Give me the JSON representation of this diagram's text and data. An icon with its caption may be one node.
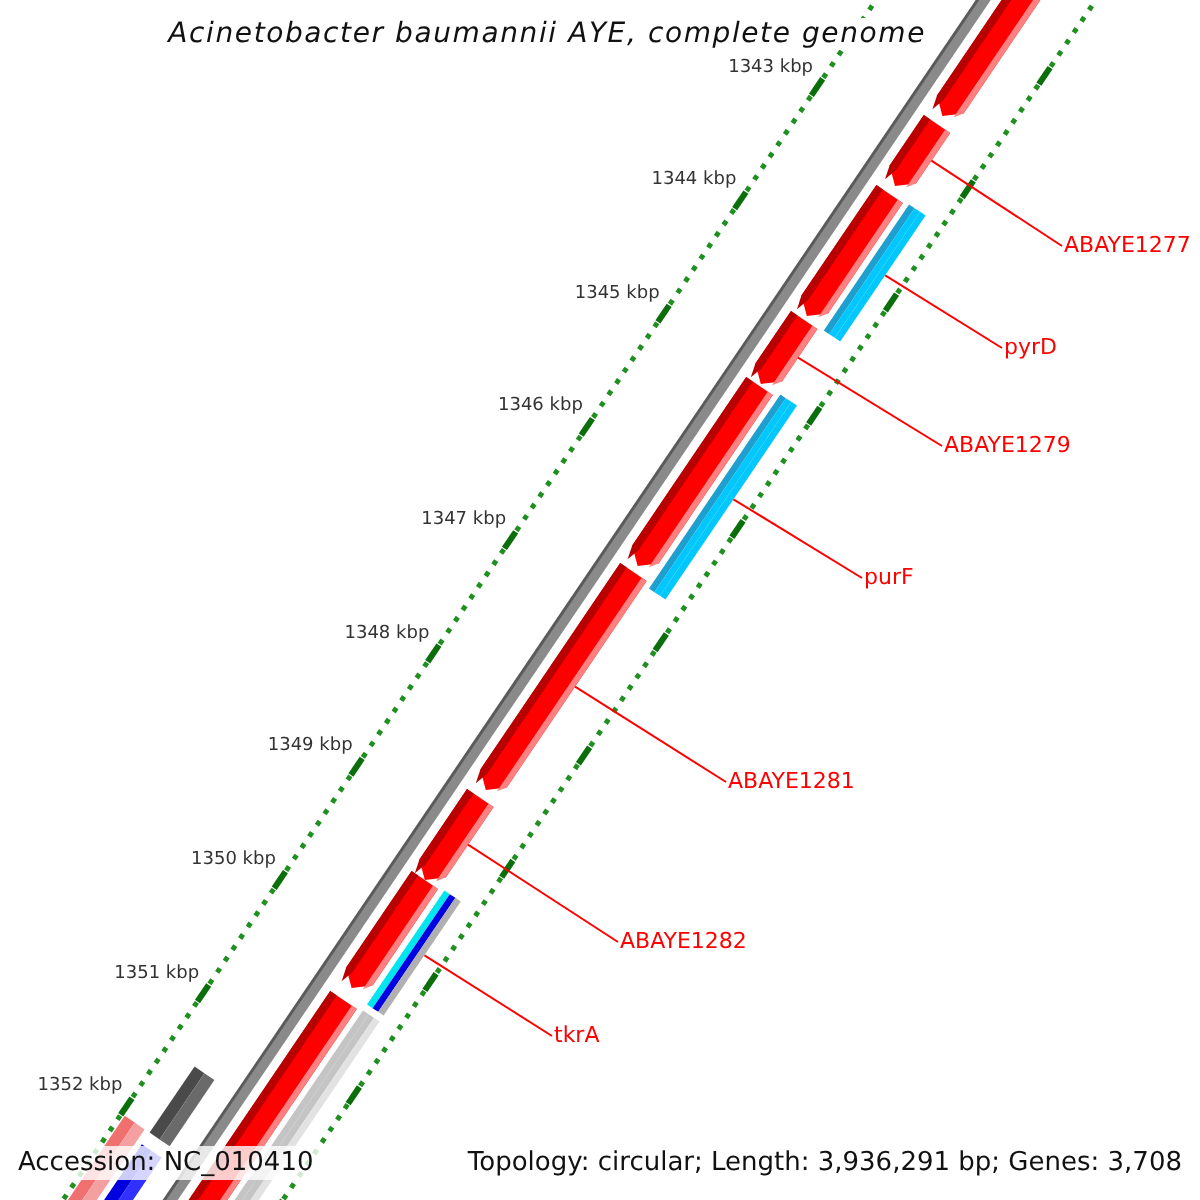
{
  "diagram": {
    "title": "Acinetobacter baumannii AYE, complete genome",
    "nodes": [
      {
        "text": [
          "ABAYE1277"
        ]
      },
      {
        "text": [
          "pyrD"
        ]
      },
      {
        "text": [
          "ABAYE1279"
        ]
      },
      {
        "text": [
          "purF"
        ]
      },
      {
        "text": [
          "ABAYE1281"
        ]
      },
      {
        "text": [
          "ABAYE1282"
        ]
      },
      {
        "text": [
          "tkrA"
        ]
      },
      {
        "text": [],
        "shape": "arrow"
      },
      {
        "text": [],
        "shape": "bar"
      },
      {
        "text": [],
        "shape": "arrow"
      },
      {
        "text": [],
        "shape": "bar"
      },
      {
        "text": [],
        "shape": "arrow"
      },
      {
        "text": [],
        "shape": "arrow"
      },
      {
        "text": [],
        "shape": "bar"
      }
    ],
    "edges": [
      {
        "from": 0,
        "to": 7,
        "arrow": "none"
      },
      {
        "from": 1,
        "to": 8,
        "arrow": "none"
      },
      {
        "from": 2,
        "to": 9,
        "arrow": "none"
      },
      {
        "from": 3,
        "to": 10,
        "arrow": "none"
      },
      {
        "from": 4,
        "to": 11,
        "arrow": "none"
      },
      {
        "from": 5,
        "to": 12,
        "arrow": "none"
      },
      {
        "from": 6,
        "to": 13,
        "arrow": "none"
      }
    ],
    "labels": [
      "1343 kbp",
      "1344 kbp",
      "1345 kbp",
      "1346 kbp",
      "1347 kbp",
      "1348 kbp",
      "1349 kbp",
      "1350 kbp",
      "1351 kbp",
      "1352 kbp",
      "Accession: NC_010410",
      "Topology: circular; Length: 3,936,291 bp; Genes: 3,708"
    ]
  }
}
